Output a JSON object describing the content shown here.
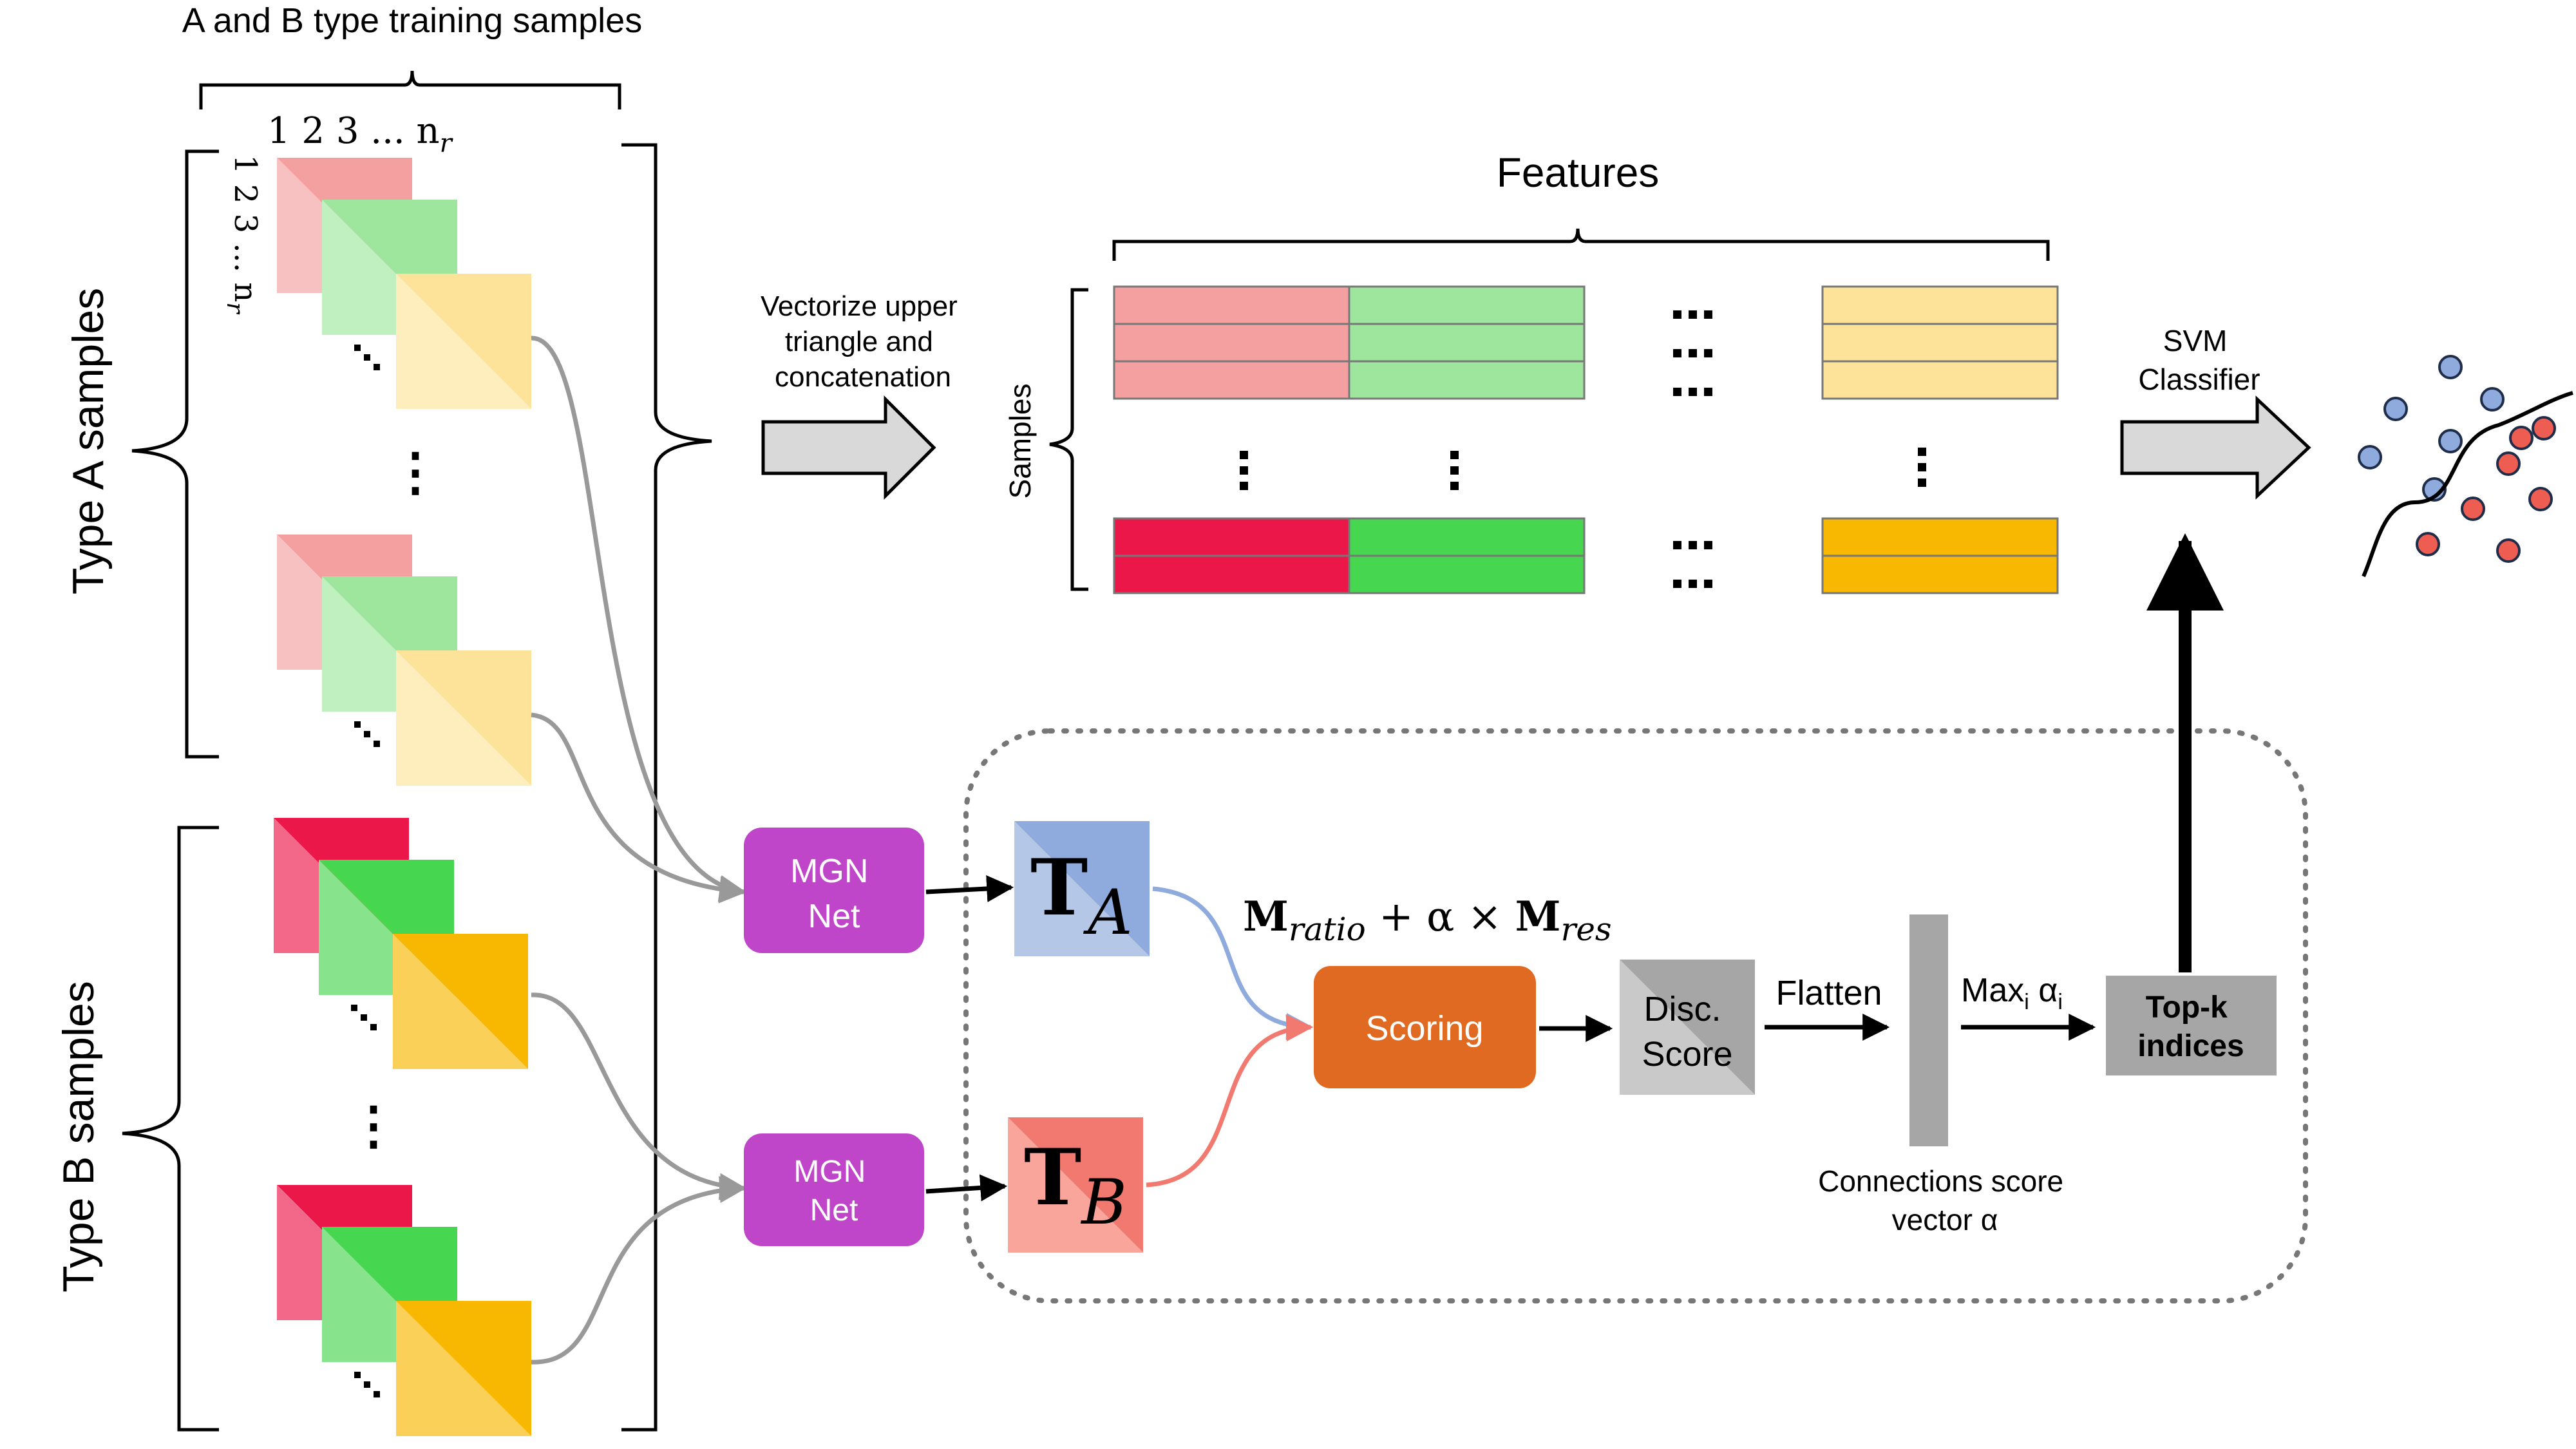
{
  "header": {
    "training_samples_label": "A and B type training samples",
    "index_row_label": "1 2 3 ... n",
    "index_row_sub": "r",
    "index_col_label": "1 2 3 ... n",
    "index_col_sub": "r"
  },
  "groups": {
    "type_a_label": "Type A samples",
    "type_b_label": "Type B samples"
  },
  "vectorize_step": {
    "line1": "Vectorize upper",
    "line2": "triangle and",
    "line3": "concatenation"
  },
  "feature_matrix": {
    "features_label": "Features",
    "samples_label": "Samples",
    "type_a_colors": [
      "#f4a0a0",
      "#9ee69e",
      "#fde39a"
    ],
    "type_b_colors": [
      "#ec1749",
      "#47d64f",
      "#f8b700"
    ]
  },
  "svm": {
    "line1": "SVM",
    "line2": "Classifier"
  },
  "mgn_a": {
    "line1": "MGN",
    "line2": "Net"
  },
  "mgn_b": {
    "line1": "MGN",
    "line2": "Net"
  },
  "tensor_a": {
    "symbol": "T",
    "sub": "A"
  },
  "tensor_b": {
    "symbol": "T",
    "sub": "B"
  },
  "formula": {
    "m1": "M",
    "m1_sub": "ratio",
    "mid": " + α × ",
    "m2": "M",
    "m2_sub": "res"
  },
  "scoring": {
    "label": "Scoring"
  },
  "disc_score": {
    "line1": "Disc.",
    "line2": "Score"
  },
  "flatten": {
    "label": "Flatten"
  },
  "max_step": {
    "base": "Max",
    "sub1": "i",
    "alpha": " α",
    "sub2": "i"
  },
  "topk": {
    "line1": "Top-k",
    "line2": "indices"
  },
  "connections": {
    "line1": "Connections score",
    "line2": "vector  α"
  },
  "colors": {
    "mgn": "#bf46c8",
    "scoring": "#e06a22",
    "disc_score": "#bdbdbd",
    "topk": "#a6a6a6",
    "tensor_a": "#8faadc",
    "tensor_b": "#f1796f",
    "connector_a": "#8faadc",
    "connector_b": "#f1796f",
    "dot_blue": "#8faadc",
    "dot_red": "#ee5d52"
  }
}
